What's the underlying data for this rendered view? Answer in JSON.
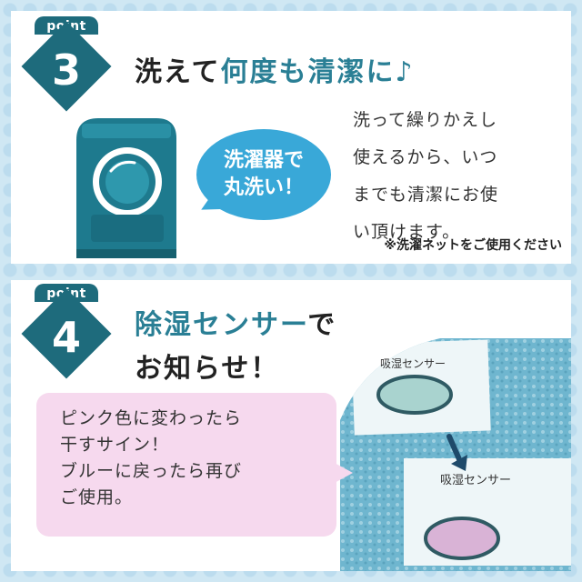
{
  "section3": {
    "point_label": "point",
    "number": "3",
    "title_part1": "洗えて",
    "title_part2": "何度も清潔に♪",
    "bubble_lines": [
      "洗濯器で",
      "丸洗い！"
    ],
    "body_lines": [
      "洗って繰りかえし",
      "使えるから、いつ",
      "までも清潔にお使",
      "い頂けます。"
    ],
    "note": "※洗濯ネットをご使用ください"
  },
  "section4": {
    "point_label": "point",
    "number": "4",
    "title_line1_accent": "除湿センサー",
    "title_line1_rest": "で",
    "title_line2": "お知らせ！",
    "body_lines": [
      "ピンク色に変わったら",
      "干すサイン！",
      "ブルーに戻ったら再び",
      "ご使用。"
    ],
    "sensor_label_top": "吸湿センサー",
    "sensor_label_bottom": "吸湿センサー"
  },
  "colors": {
    "teal": "#1e6b7c",
    "accent_text": "#2a7f95",
    "bubble_blue": "#39a8d8",
    "pink": "#f6d9ee"
  }
}
